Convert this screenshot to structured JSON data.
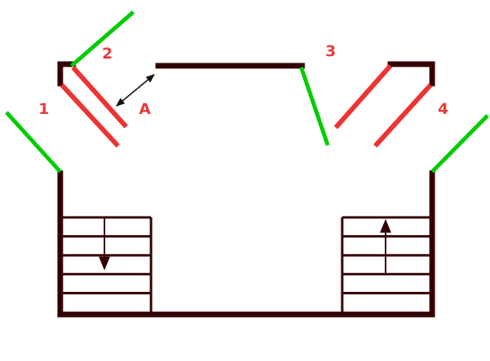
{
  "colors": {
    "wall": "#330000",
    "open": "#00cc00",
    "closed": "#ee3333",
    "label": "#e83a3a",
    "arrow": "#111111",
    "background": "#ffffff"
  },
  "labels": {
    "door1": "1",
    "door2": "2",
    "door3": "3",
    "door4": "4",
    "gap": "A"
  },
  "stairs": {
    "left": {
      "steps": 5,
      "direction": "down"
    },
    "right": {
      "steps": 5,
      "direction": "up"
    }
  }
}
